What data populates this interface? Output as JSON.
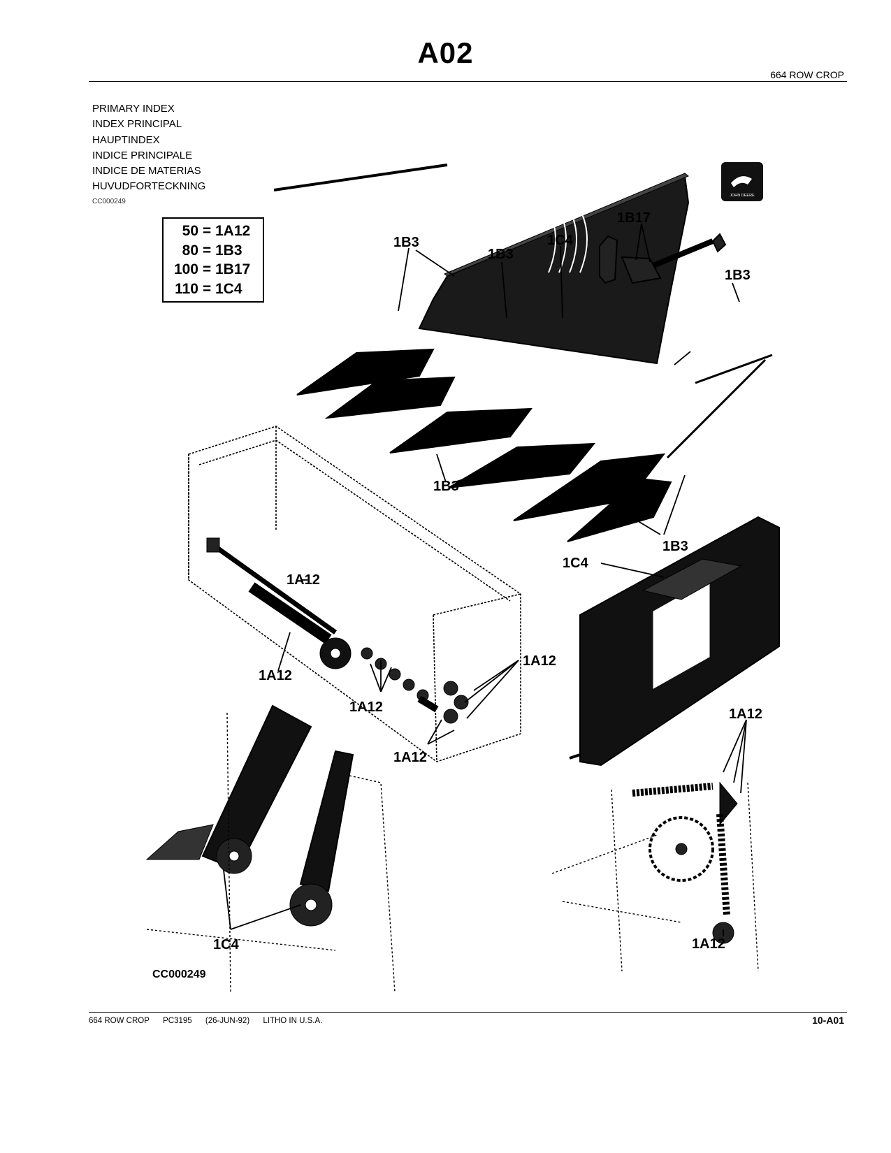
{
  "header": {
    "title": "A02",
    "model": "664 ROW CROP"
  },
  "index": {
    "titles": [
      "PRIMARY INDEX",
      "INDEX PRINCIPAL",
      "HAUPTINDEX",
      "INDICE PRINCIPALE",
      "INDICE DE MATERIAS",
      "HUVUDFORTECKNING"
    ],
    "code": "CC000249"
  },
  "legend": [
    {
      "number": "50",
      "ref": "1A12"
    },
    {
      "number": "80",
      "ref": "1B3"
    },
    {
      "number": "100",
      "ref": "1B17"
    },
    {
      "number": "110",
      "ref": "1C4"
    }
  ],
  "diagram": {
    "callouts": {
      "b3_left": "1B3",
      "b3_mid": "1B3",
      "c4_top": "1C4",
      "b17": "1B17",
      "b3_decal": "1B3",
      "b3_lower": "1B3",
      "b3_right": "1B3",
      "c4_frame": "1C4",
      "a12_shaft": "1A12",
      "a12_left": "1A12",
      "a12_right": "1A12",
      "a12_center": "1A12",
      "a12_bottom": "1A12",
      "a12_spring": "1A12",
      "c4_chain": "1C4",
      "a12_sprocket": "1A12"
    },
    "decal_text": "JOHN DEERE",
    "figure_code": "CC000249"
  },
  "footer": {
    "model": "664 ROW CROP",
    "catalog": "PC3195",
    "date": "(26-JUN-92)",
    "litho": "LITHO IN U.S.A.",
    "page": "10-A01"
  }
}
